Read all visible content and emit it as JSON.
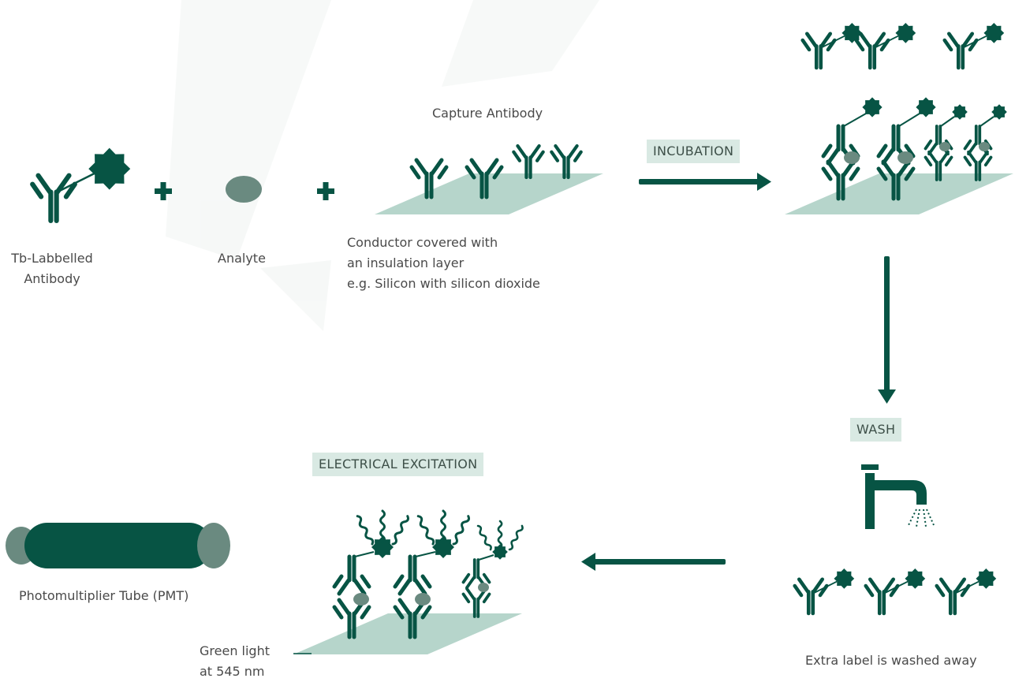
{
  "labels": {
    "tb_antibody_line1": "Tb-Labbelled",
    "tb_antibody_line2": "Antibody",
    "analyte": "Analyte",
    "capture_antibody": "Capture Antibody",
    "conductor_line1": "Conductor covered with",
    "conductor_line2": "an insulation layer",
    "conductor_line3": "e.g. Silicon with silicon dioxide",
    "pmt": "Photomultiplier Tube (PMT)",
    "green_light_line1": "Green light",
    "green_light_line2": "at 545 nm",
    "washed_away": "Extra label is washed away"
  },
  "steps": {
    "incubation": "INCUBATION",
    "wash": "WASH",
    "electrical_excitation": "ELECTRICAL EXCITATION"
  },
  "colors": {
    "antibody": "#075444",
    "analyte": "#6a8a80",
    "substrate": "#b6d5cb",
    "tag_background": "#d9e9e3",
    "text": "#4a4a4a"
  },
  "icons": [
    "labelled-antibody-icon",
    "plus-icon",
    "analyte-icon",
    "capture-antibody-icon",
    "faucet-icon",
    "photomultiplier-tube-icon",
    "emission-wave-icon",
    "arrow-icon"
  ]
}
